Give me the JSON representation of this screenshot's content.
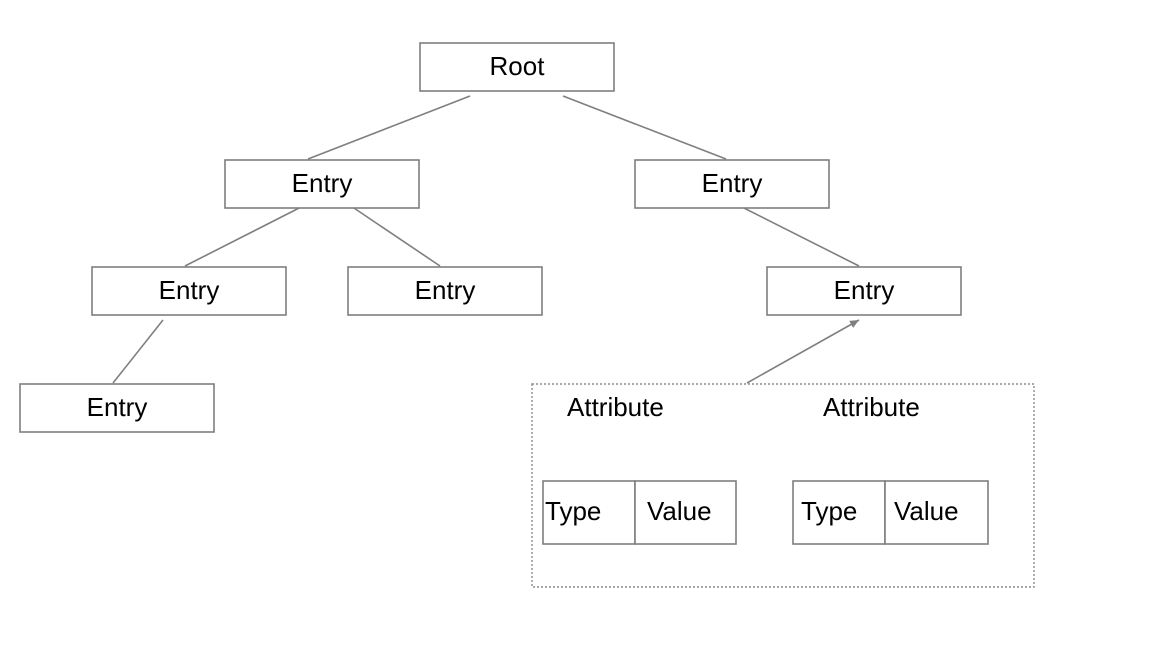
{
  "colors": {
    "stroke": "#7f7f7f",
    "text": "#000000",
    "background": "#ffffff"
  },
  "tree": {
    "root": {
      "label": "Root"
    },
    "entry_left": {
      "label": "Entry"
    },
    "entry_right": {
      "label": "Entry"
    },
    "entry_left_left": {
      "label": "Entry"
    },
    "entry_left_right": {
      "label": "Entry"
    },
    "entry_right_child": {
      "label": "Entry"
    },
    "entry_leaf": {
      "label": "Entry"
    }
  },
  "attributes": [
    {
      "label": "Attribute",
      "type_label": "Type",
      "value_label": "Value"
    },
    {
      "label": "Attribute",
      "type_label": "Type",
      "value_label": "Value"
    }
  ]
}
